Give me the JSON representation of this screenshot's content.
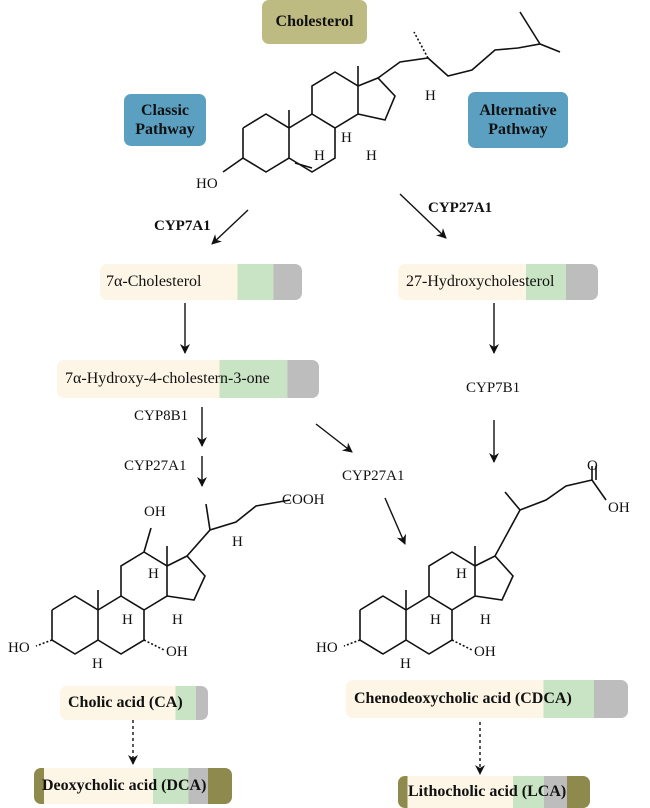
{
  "header": {
    "cholesterol": "Cholesterol"
  },
  "pathways": {
    "classic": [
      "Classic",
      "Pathway"
    ],
    "alternative": [
      "Alternative",
      "Pathway"
    ]
  },
  "enzymes": {
    "cyp7a1": "CYP7A1",
    "cyp27a1_top": "CYP27A1",
    "cyp8b1": "CYP8B1",
    "cyp27a1_left": "CYP27A1",
    "cyp27a1_mid": "CYP27A1",
    "cyp7b1": "CYP7B1"
  },
  "intermediates": {
    "seven_alpha_cholesterol": "7α-Cholesterol",
    "hydroxycholesterol_27": "27-Hydroxycholesterol",
    "seven_alpha_hydroxy_one": "7α-Hydroxy-4-cholestern-3-one"
  },
  "products": {
    "cholic_acid": "Cholic acid (CA)",
    "cdca": "Chenodeoxycholic acid (CDCA)",
    "dca": "Deoxycholic acid (DCA)",
    "lca": "Lithocholic acid (LCA)"
  },
  "atom_labels": {
    "ho": "HO",
    "oh": "OH",
    "h": "H",
    "cooh": "COOH",
    "o": "O"
  },
  "colors": {
    "cholesterol_box": "#bdbb82",
    "pathway_box": "#5b9fc1",
    "intermediate_fill": "#fdf6e6",
    "intermediate_accent": "#c9e4c4",
    "intermediate_edge": "#bdbdbd",
    "final_box": "#8e8a4d"
  }
}
